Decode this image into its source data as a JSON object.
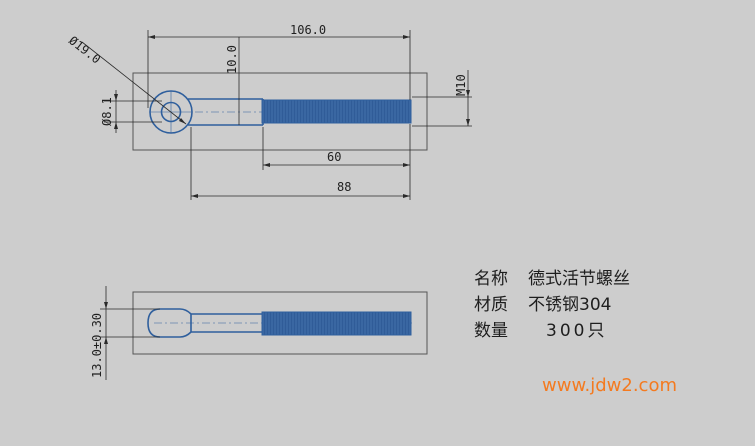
{
  "dimensions": {
    "overall_length": "106.0",
    "eye_diameter": "Ø19.0",
    "eye_offset": "10.0",
    "thread_spec": "M10",
    "hole_diameter": "Ø8.1",
    "thread_length": "60",
    "shank_length": "88",
    "slot_width": "13.0±0.30"
  },
  "info": {
    "name_label": "名称",
    "name_value": "德式活节螺丝",
    "material_label": "材质",
    "material_value": "不锈钢304",
    "quantity_label": "数量",
    "quantity_value": "300只"
  },
  "watermark": "www.jdw2.com",
  "colors": {
    "background": "#cdcdcd",
    "part_outline": "#2f5f9d",
    "thread_fill": "#3a67a2",
    "dimension_line": "#2a2a2a",
    "watermark": "#f47a1f"
  }
}
